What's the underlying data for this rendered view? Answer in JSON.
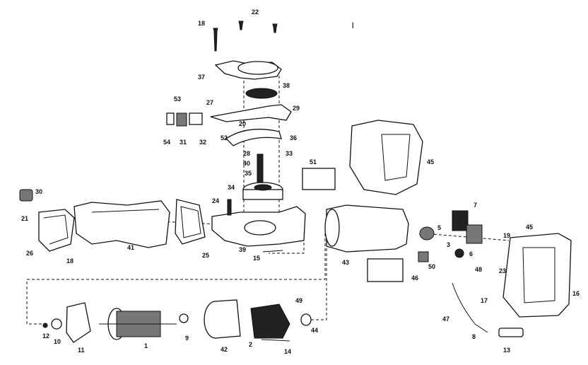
{
  "diagram": {
    "labels": [
      {
        "id": "22",
        "text": "22"
      },
      {
        "id": "18a",
        "text": "18"
      },
      {
        "id": "37",
        "text": "37"
      },
      {
        "id": "38a",
        "text": "38"
      },
      {
        "id": "53",
        "text": "53"
      },
      {
        "id": "27",
        "text": "27"
      },
      {
        "id": "29",
        "text": "29"
      },
      {
        "id": "20",
        "text": "20"
      },
      {
        "id": "54",
        "text": "54"
      },
      {
        "id": "31",
        "text": "31"
      },
      {
        "id": "32",
        "text": "32"
      },
      {
        "id": "52",
        "text": "52"
      },
      {
        "id": "36",
        "text": "36"
      },
      {
        "id": "28",
        "text": "28"
      },
      {
        "id": "33",
        "text": "33"
      },
      {
        "id": "40",
        "text": "40"
      },
      {
        "id": "35",
        "text": "35"
      },
      {
        "id": "34",
        "text": "34"
      },
      {
        "id": "51",
        "text": "51"
      },
      {
        "id": "45a",
        "text": "45"
      },
      {
        "id": "30",
        "text": "30"
      },
      {
        "id": "21",
        "text": "21"
      },
      {
        "id": "26",
        "text": "26"
      },
      {
        "id": "18b",
        "text": "18"
      },
      {
        "id": "41",
        "text": "41"
      },
      {
        "id": "25",
        "text": "25"
      },
      {
        "id": "24",
        "text": "24"
      },
      {
        "id": "39",
        "text": "39"
      },
      {
        "id": "15",
        "text": "15"
      },
      {
        "id": "43",
        "text": "43"
      },
      {
        "id": "5",
        "text": "5"
      },
      {
        "id": "3",
        "text": "3"
      },
      {
        "id": "6",
        "text": "6"
      },
      {
        "id": "46",
        "text": "46"
      },
      {
        "id": "50",
        "text": "50"
      },
      {
        "id": "7",
        "text": "7"
      },
      {
        "id": "19",
        "text": "19"
      },
      {
        "id": "45b",
        "text": "45"
      },
      {
        "id": "48",
        "text": "48"
      },
      {
        "id": "23",
        "text": "23"
      },
      {
        "id": "17",
        "text": "17"
      },
      {
        "id": "16",
        "text": "16"
      },
      {
        "id": "47",
        "text": "47"
      },
      {
        "id": "8",
        "text": "8"
      },
      {
        "id": "13",
        "text": "13"
      },
      {
        "id": "12",
        "text": "12"
      },
      {
        "id": "10",
        "text": "10"
      },
      {
        "id": "11",
        "text": "11"
      },
      {
        "id": "1",
        "text": "1"
      },
      {
        "id": "9",
        "text": "9"
      },
      {
        "id": "42",
        "text": "42"
      },
      {
        "id": "2",
        "text": "2"
      },
      {
        "id": "49",
        "text": "49"
      },
      {
        "id": "44",
        "text": "44"
      },
      {
        "id": "14",
        "text": "14"
      }
    ],
    "top_mark": "|"
  }
}
